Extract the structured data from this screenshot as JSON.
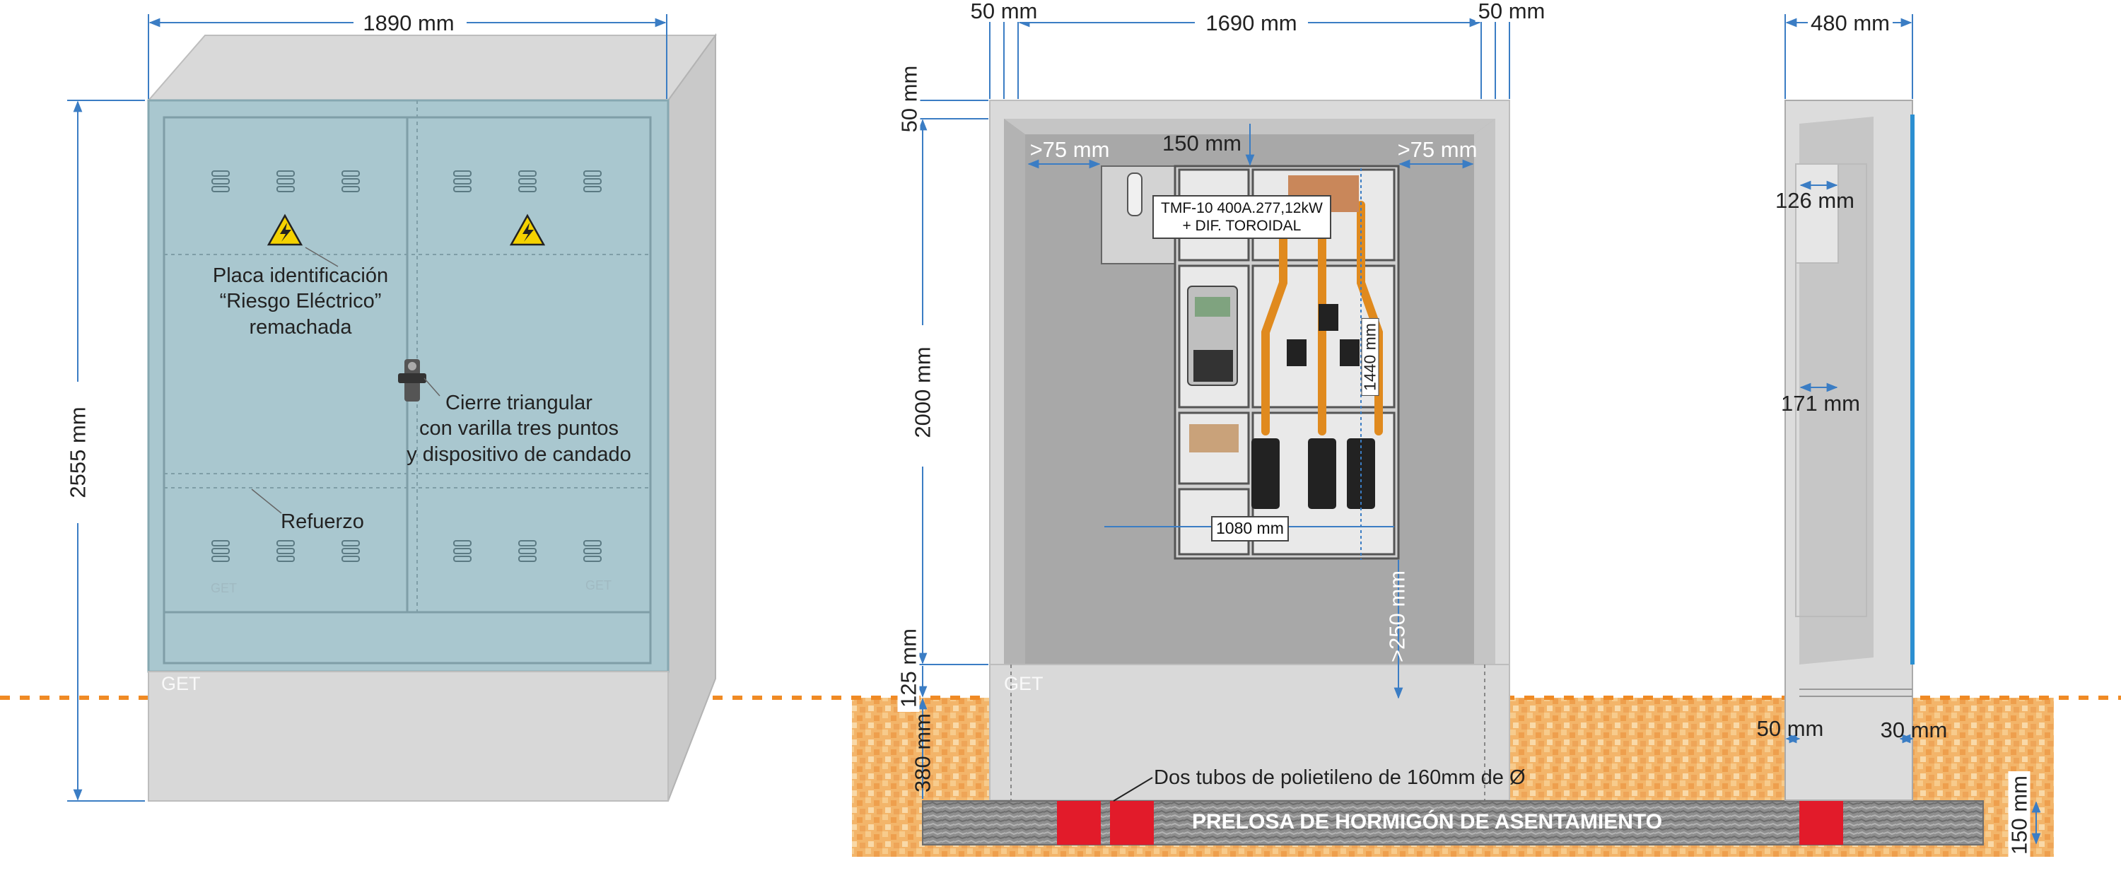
{
  "colors": {
    "cabinet_door": "#a9c7cf",
    "cabinet_body": "#d7d7d7",
    "dimension_line": "#3b7dc4",
    "ground_line": "#f08a24",
    "soil": "#f2b56b",
    "slab": "#8d8d8d",
    "tube": "#e21b2a",
    "cable": "#e08a1e",
    "warning_sign": "#f5d200"
  },
  "icons": {
    "warning": "high-voltage-warning-icon",
    "lock": "triangular-lock-icon"
  },
  "front_view": {
    "width_dim": "1890 mm",
    "height_dim": "2555 mm",
    "brand_mark": "GET",
    "small_marks": [
      "GET",
      "GET"
    ],
    "note_plate": [
      "Placa identificación",
      "“Riesgo Eléctrico”",
      "remachada"
    ],
    "note_lock": [
      "Cierre triangular",
      "con varilla tres puntos",
      "y dispositivo de candado"
    ],
    "note_reinforcement": "Refuerzo"
  },
  "interior_view": {
    "top_margin_left": "50 mm",
    "inner_width": "1690 mm",
    "top_margin_right": "50 mm",
    "top_offset": "50 mm",
    "height_2000": "2000 mm",
    "base_125": "125 mm",
    "depth_380": "380 mm",
    "clear_left": ">75 mm",
    "clear_right": ">75 mm",
    "clear_top": "150 mm",
    "module_height": "1440 mm",
    "module_width": "1080 mm",
    "bottom_clear": ">250 mm",
    "breaker_label": [
      "TMF-10 400A.277,12kW",
      "+ DIF. TOROIDAL"
    ],
    "brand_mark": "GET",
    "tubes_note": "Dos tubos de polietileno de 160mm de Ø",
    "slab_label": "PRELOSA DE HORMIGÓN DE ASENTAMIENTO"
  },
  "side_view": {
    "depth_dim": "480 mm",
    "dim_126": "126 mm",
    "dim_171": "171 mm",
    "dim_50": "50 mm",
    "dim_30": "30 mm",
    "slab_thickness": "150 mm"
  }
}
